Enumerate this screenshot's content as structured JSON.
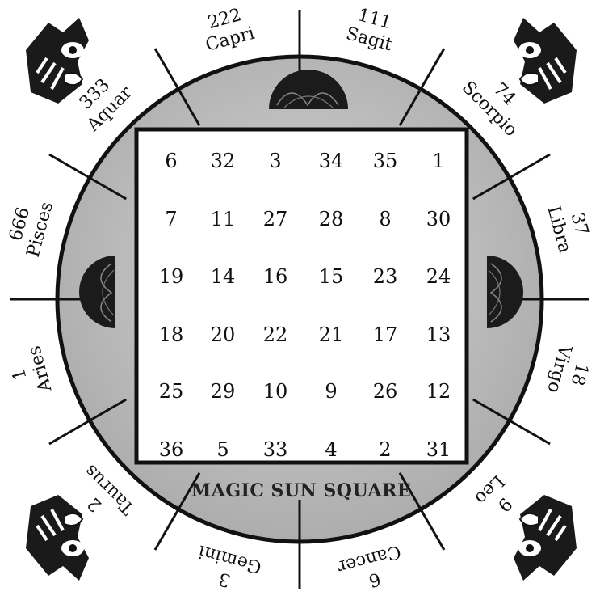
{
  "title": "MAGIC SUN SQUARE",
  "grid": [
    [
      6,
      32,
      3,
      34,
      35,
      1
    ],
    [
      7,
      11,
      27,
      28,
      8,
      30
    ],
    [
      19,
      14,
      16,
      15,
      23,
      24
    ],
    [
      18,
      20,
      22,
      21,
      17,
      13
    ],
    [
      25,
      29,
      10,
      9,
      26,
      12
    ],
    [
      36,
      5,
      33,
      4,
      2,
      31
    ]
  ],
  "signs": [
    {
      "number": "111",
      "name": "Sagit"
    },
    {
      "number": "74",
      "name": "Scorpio"
    },
    {
      "number": "37",
      "name": "Libra"
    },
    {
      "number": "18",
      "name": "Virgo"
    },
    {
      "number": "9",
      "name": "Leo"
    },
    {
      "number": "6",
      "name": "Cancer"
    },
    {
      "number": "3",
      "name": "Gemini"
    },
    {
      "number": "2",
      "name": "Taurus"
    },
    {
      "number": "1",
      "name": "Aries"
    },
    {
      "number": "666",
      "name": "Pisces"
    },
    {
      "number": "333",
      "name": "Aquar"
    },
    {
      "number": "222",
      "name": "Capri"
    }
  ],
  "colors": {
    "disc": "#b9b9b9",
    "ink": "#111111"
  },
  "icons": [
    "celtic-knot-icon",
    "celtic-beast-icon"
  ]
}
